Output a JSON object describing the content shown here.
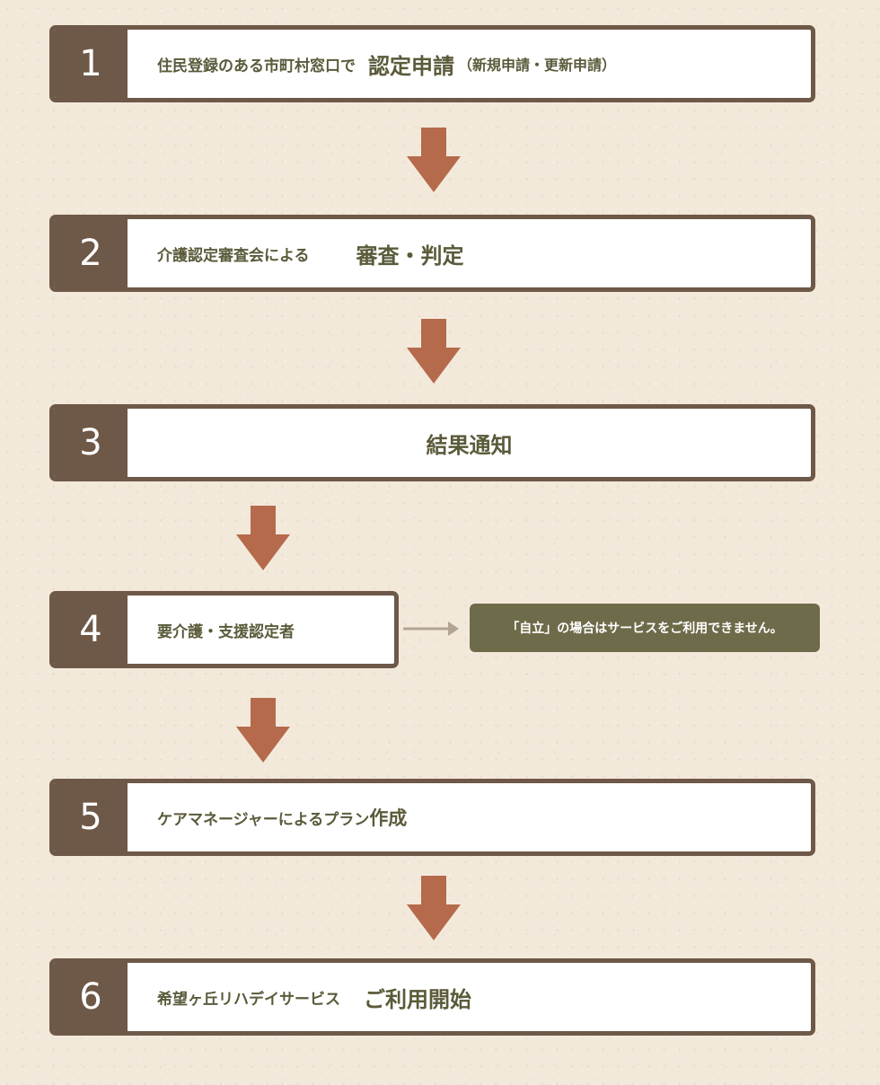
{
  "steps": [
    {
      "number": "1",
      "text": "住民登録のある市町村窓口で",
      "emphasis": "認定申請",
      "suffix": "（新規申請・更新申請）"
    },
    {
      "number": "2",
      "text": "介護認定審査会による",
      "emphasis": "審査・判定"
    },
    {
      "number": "3",
      "emphasis": "結果通知"
    },
    {
      "number": "4",
      "text": "要介護・支援認定者"
    },
    {
      "number": "5",
      "text": "ケアマネージャーによるプラン",
      "emphasis": "作成"
    },
    {
      "number": "6",
      "text": "希望ヶ丘リハデイサービス",
      "emphasis": "ご利用開始"
    }
  ],
  "note": "「自立」の場合はサービスをご利用できません。",
  "colors": {
    "frame": "#6e5847",
    "arrow": "#b56a4c",
    "text": "#5b5a3a",
    "note_bg": "#6e6b4a",
    "side_arrow": "#b2a392"
  }
}
